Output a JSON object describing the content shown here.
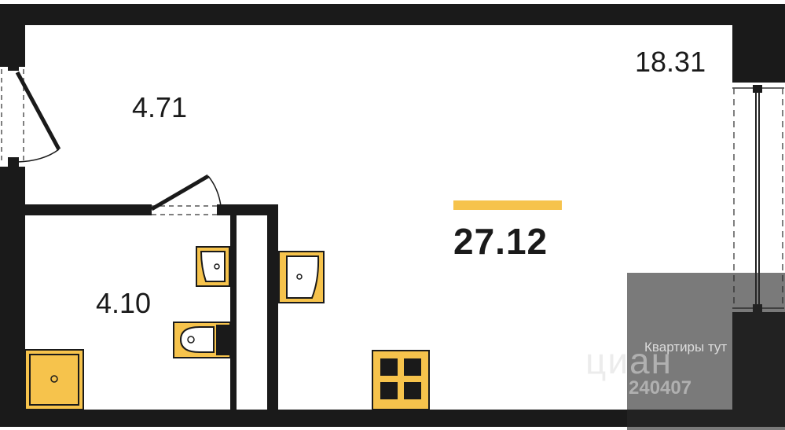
{
  "plan": {
    "rooms": [
      {
        "id": "hallway",
        "area": "4.71"
      },
      {
        "id": "main-room",
        "area": "18.31"
      },
      {
        "id": "bathroom",
        "area": "4.10"
      }
    ],
    "total_area": "27.12",
    "colors": {
      "wall": "#1a1a1a",
      "fixture_fill": "#f6c34c",
      "accent": "#f6c34c"
    }
  },
  "watermark": {
    "brand": "Квартиры тут",
    "cian": "циан",
    "listing_id": "240407"
  }
}
